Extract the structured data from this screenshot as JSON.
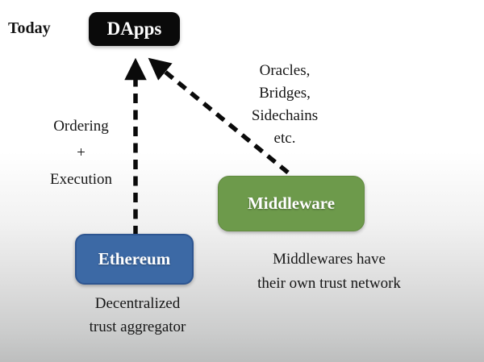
{
  "diagram": {
    "today_label": "Today",
    "nodes": [
      {
        "id": "dapps",
        "label": "DApps",
        "bg": "#0a0a0a",
        "text_color": "#ffffff"
      },
      {
        "id": "middleware",
        "label": "Middleware",
        "bg": "#6d9a4b",
        "text_color": "#ffffff"
      },
      {
        "id": "ethereum",
        "label": "Ethereum",
        "bg": "#3c69a5",
        "text_color": "#ffffff"
      }
    ],
    "edges": [
      {
        "from": "ethereum",
        "to": "dapps",
        "style": "dashed-arrow",
        "label": "Ordering\n+\nExecution"
      },
      {
        "from": "middleware",
        "to": "dapps",
        "style": "dashed-arrow",
        "label": "Oracles,\nBridges,\nSidechains\netc."
      }
    ],
    "notes": [
      {
        "for": "ethereum",
        "text": "Decentralized\ntrust aggregator"
      },
      {
        "for": "middleware",
        "text": "Middlewares have\ntheir own trust network"
      }
    ],
    "colors": {
      "arrow": "#0a0a0a",
      "text": "#161616",
      "background_top": "#ffffff",
      "background_bottom": "#bdbebe"
    }
  }
}
